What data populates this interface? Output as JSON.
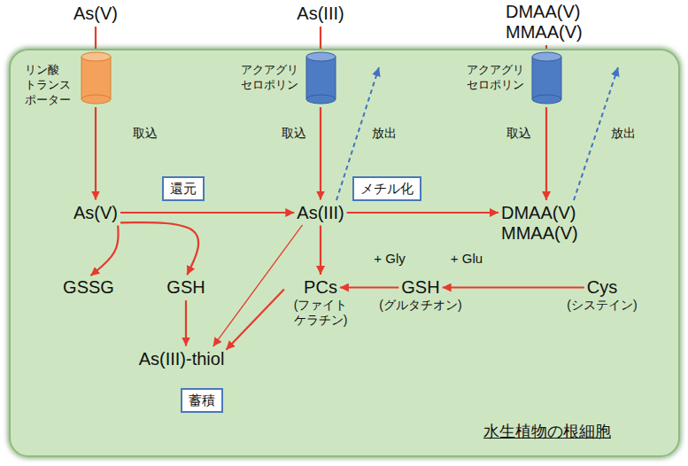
{
  "diagram": {
    "nodes": [
      {
        "text": [
          "As(V)"
        ]
      },
      {
        "text": [
          "As(III)"
        ]
      },
      {
        "text": [
          "DMAA(V) MMAA(V)"
        ]
      },
      {
        "text": [
          "水生植物の根細胞"
        ]
      },
      {
        "text": [
          "リン酸 トランス ポーター"
        ],
        "in": 3
      },
      {
        "text": [
          "アクアグリ セロポリン"
        ],
        "in": 3
      },
      {
        "text": [
          "アクアグリ セロポリン"
        ],
        "in": 3
      },
      {
        "text": [
          "As(V)"
        ],
        "in": 3
      },
      {
        "text": [
          "還元"
        ],
        "in": 3
      },
      {
        "text": [
          "As(III)"
        ],
        "in": 3
      },
      {
        "text": [
          "メチル化"
        ],
        "in": 3
      },
      {
        "text": [
          "DMAA(V) MMAA(V)"
        ],
        "in": 3
      },
      {
        "text": [
          "GSSG"
        ],
        "in": 3
      },
      {
        "text": [
          "GSH"
        ],
        "in": 3
      },
      {
        "text": [
          "PCs",
          "(ファイト ケラチン)"
        ],
        "in": 3
      },
      {
        "text": [
          "GSH",
          "(グルタチオン)"
        ],
        "in": 3
      },
      {
        "text": [
          "Cys",
          "(システイン)"
        ],
        "in": 3
      },
      {
        "text": [
          "As(III)-thiol"
        ],
        "in": 3
      },
      {
        "text": [
          "蓄積"
        ],
        "in": 3
      }
    ],
    "edges": [
      {
        "from": 0,
        "to": 4,
        "arrow": "none"
      },
      {
        "from": 4,
        "to": 7,
        "arrow": "to"
      },
      {
        "from": 1,
        "to": 5,
        "arrow": "none"
      },
      {
        "from": 5,
        "to": 9,
        "arrow": "to"
      },
      {
        "from": 2,
        "to": 6,
        "arrow": "none"
      },
      {
        "from": 6,
        "to": 11,
        "arrow": "to"
      },
      {
        "from": 7,
        "to": 9,
        "arrow": "to"
      },
      {
        "from": 9,
        "to": 11,
        "arrow": "to"
      },
      {
        "from": 7,
        "to": 12,
        "arrow": "to"
      },
      {
        "from": 7,
        "to": 13,
        "arrow": "to"
      },
      {
        "from": 13,
        "to": 17,
        "arrow": "to"
      },
      {
        "from": 9,
        "to": 17,
        "arrow": "to"
      },
      {
        "from": 9,
        "to": 14,
        "arrow": "to"
      },
      {
        "from": 14,
        "to": 17,
        "arrow": "to"
      },
      {
        "from": 15,
        "to": 14,
        "arrow": "to",
        "label": "+ Gly"
      },
      {
        "from": 16,
        "to": 15,
        "arrow": "to",
        "label": "+ Glu"
      }
    ],
    "labels": [
      "取込",
      "取込",
      "放出",
      "取込",
      "放出"
    ]
  }
}
